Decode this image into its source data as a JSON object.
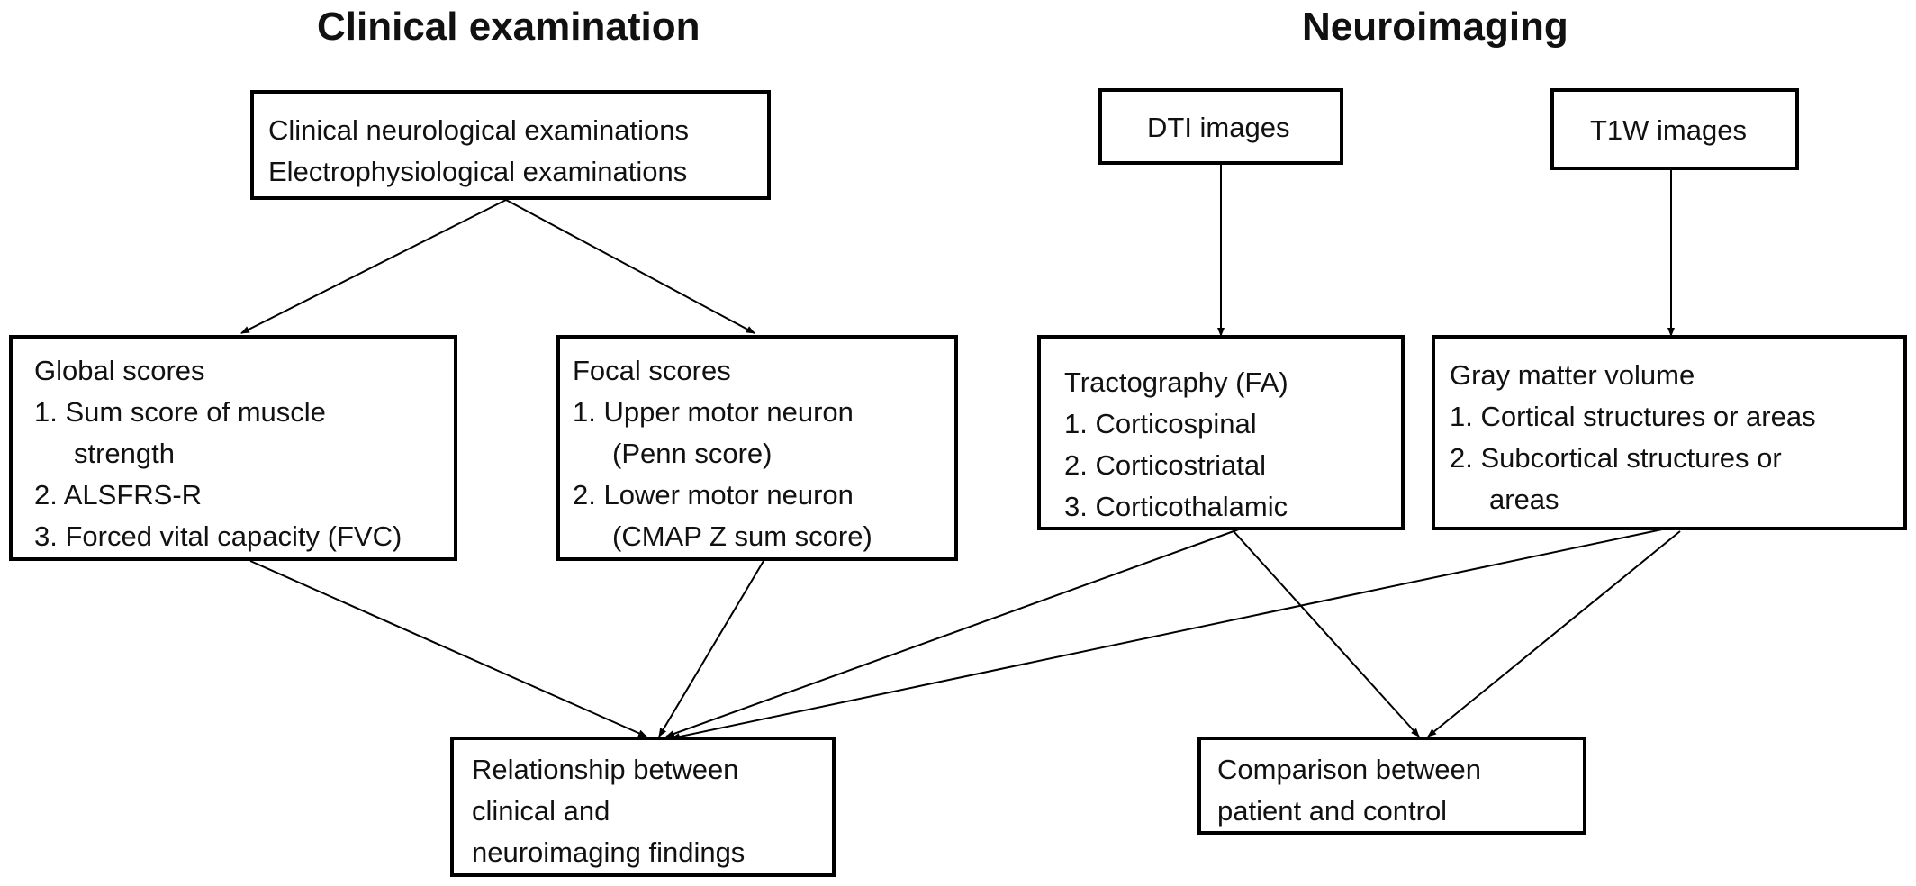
{
  "headings": {
    "left": "Clinical examination",
    "right": "Neuroimaging"
  },
  "boxes": {
    "clinical_exams": {
      "lines": [
        "Clinical neurological examinations",
        "Electrophysiological examinations"
      ]
    },
    "dti": {
      "title": "DTI images"
    },
    "t1w": {
      "title": "T1W images"
    },
    "global_scores": {
      "title": "Global scores",
      "items": [
        "1. Sum score of muscle",
        "strength",
        "2. ALSFRS-R",
        "3. Forced vital capacity (FVC)"
      ]
    },
    "focal_scores": {
      "title": "Focal scores",
      "items": [
        "1. Upper motor neuron",
        "(Penn score)",
        "2. Lower motor neuron",
        "(CMAP Z sum score)"
      ]
    },
    "tractography": {
      "title": "Tractography (FA)",
      "items": [
        "1. Corticospinal",
        "2. Corticostriatal",
        "3. Corticothalamic"
      ]
    },
    "gray_matter": {
      "title": "Gray matter volume",
      "items": [
        "1. Cortical structures or areas",
        "2. Subcortical structures or",
        "areas"
      ]
    },
    "relationship": {
      "lines": [
        "Relationship between",
        "clinical and",
        "neuroimaging findings"
      ]
    },
    "comparison": {
      "lines": [
        "Comparison between",
        "patient and control"
      ]
    }
  },
  "colors": {
    "line": "#000000",
    "box_border": "#000000",
    "background": "#ffffff"
  }
}
